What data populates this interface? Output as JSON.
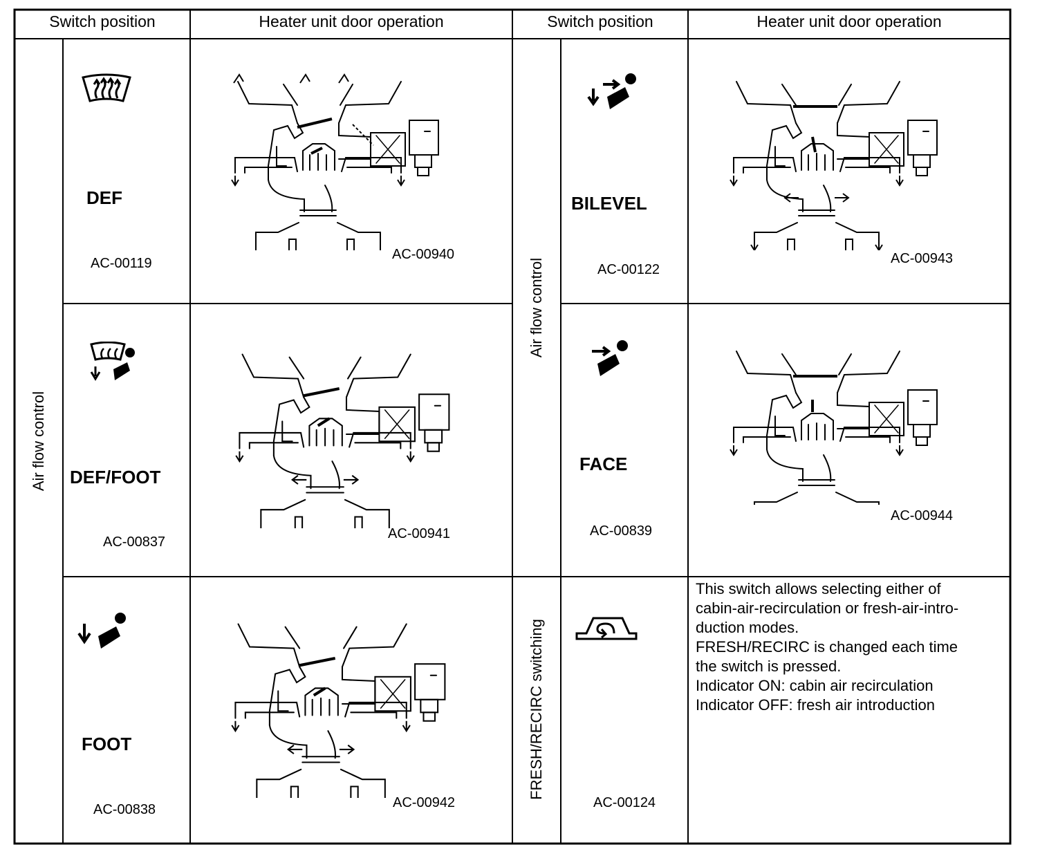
{
  "headers": {
    "left_switch": "Switch position",
    "left_operation": "Heater unit door operation",
    "right_switch": "Switch position",
    "right_operation": "Heater unit door operation"
  },
  "groups": {
    "left": "Air flow control",
    "right_top": "Air flow control",
    "right_bottom": "FRESH/RECIRC switching"
  },
  "rows": {
    "def": {
      "mode": "DEF",
      "switch_code": "AC-00119",
      "diagram_code": "AC-00940",
      "icon": "defroster-icon"
    },
    "def_foot": {
      "mode": "DEF/FOOT",
      "switch_code": "AC-00837",
      "diagram_code": "AC-00941",
      "icon": "def-foot-icon"
    },
    "foot": {
      "mode": "FOOT",
      "switch_code": "AC-00838",
      "diagram_code": "AC-00942",
      "icon": "foot-icon"
    },
    "bilevel": {
      "mode": "BILEVEL",
      "switch_code": "AC-00122",
      "diagram_code": "AC-00943",
      "icon": "bilevel-icon"
    },
    "face": {
      "mode": "FACE",
      "switch_code": "AC-00839",
      "diagram_code": "AC-00944",
      "icon": "face-icon"
    },
    "recirc": {
      "switch_code": "AC-00124",
      "icon": "recirculation-icon"
    }
  },
  "recirc_description": [
    "This switch allows selecting either of",
    "cabin-air-recirculation or fresh-air-intro-",
    "duction modes.",
    "FRESH/RECIRC is changed each time",
    "the switch is pressed.",
    "Indicator ON: cabin air recirculation",
    "Indicator OFF: fresh air introduction"
  ]
}
